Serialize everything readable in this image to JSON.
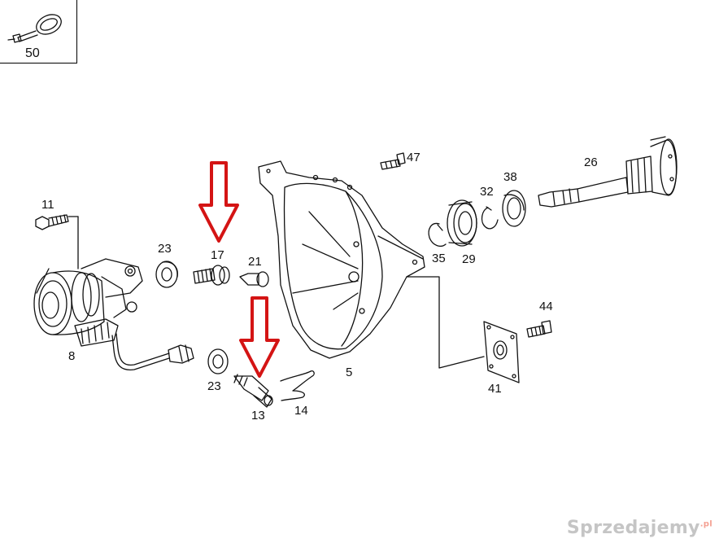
{
  "inset": {
    "label": "50"
  },
  "labels": {
    "p5": "5",
    "p8": "8",
    "p11": "11",
    "p13": "13",
    "p14": "14",
    "p17": "17",
    "p21": "21",
    "p23a": "23",
    "p23b": "23",
    "p26": "26",
    "p29": "29",
    "p32": "32",
    "p35": "35",
    "p38": "38",
    "p41": "41",
    "p44": "44",
    "p47": "47"
  },
  "watermark": {
    "text": "Sprzedajemy",
    "suffix": ".pl"
  },
  "colors": {
    "line": "#111111",
    "arrow": "#d41414",
    "background": "#ffffff"
  }
}
